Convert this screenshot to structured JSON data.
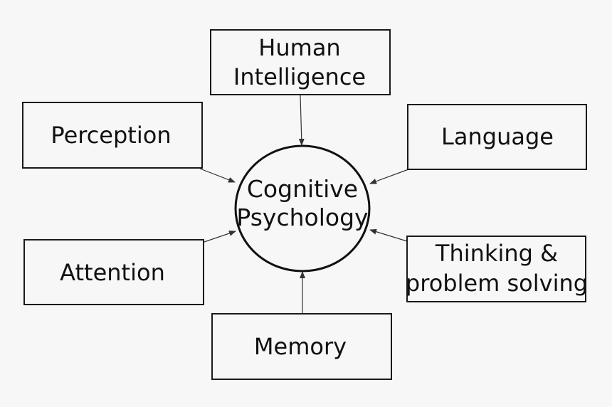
{
  "center": {
    "line1": "Cognitive",
    "line2": "Psychology"
  },
  "nodes": {
    "human_intelligence": {
      "line1": "Human",
      "line2": "Intelligence"
    },
    "perception": {
      "label": "Perception"
    },
    "language": {
      "label": "Language"
    },
    "attention": {
      "label": "Attention"
    },
    "thinking": {
      "line1": "Thinking &",
      "line2": "problem solving"
    },
    "memory": {
      "label": "Memory"
    }
  }
}
